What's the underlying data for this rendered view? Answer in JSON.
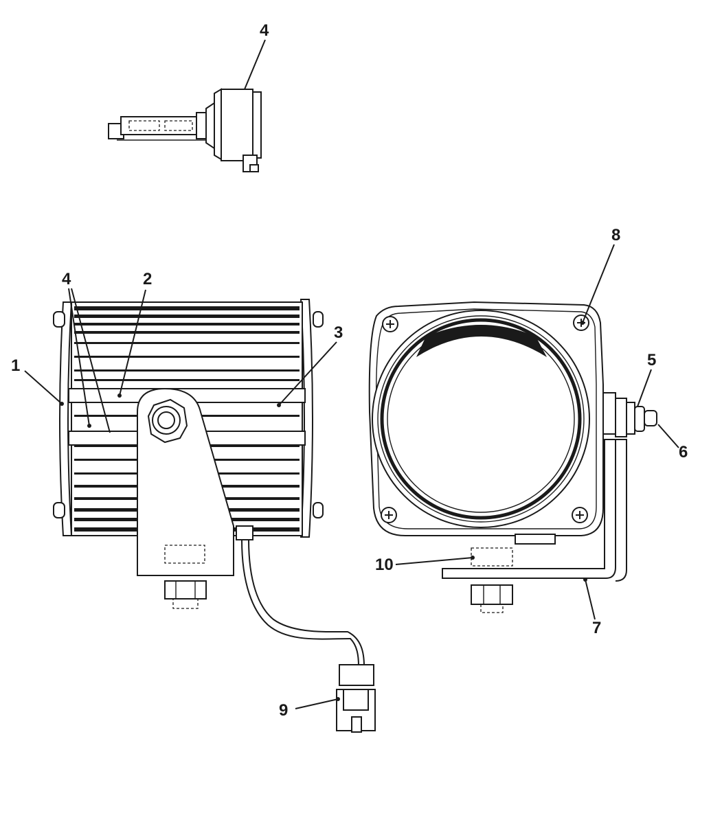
{
  "diagram": {
    "callouts": {
      "bulb": "4",
      "lens": "1",
      "bracket": "2",
      "housing": "3",
      "bulb_location": "4",
      "nut": "5",
      "washer": "6",
      "mounting_bracket": "7",
      "bezel_screw": "8",
      "connector": "9",
      "mount_nut": "10"
    },
    "line_color": "#1a1a1a",
    "background": "#ffffff"
  }
}
